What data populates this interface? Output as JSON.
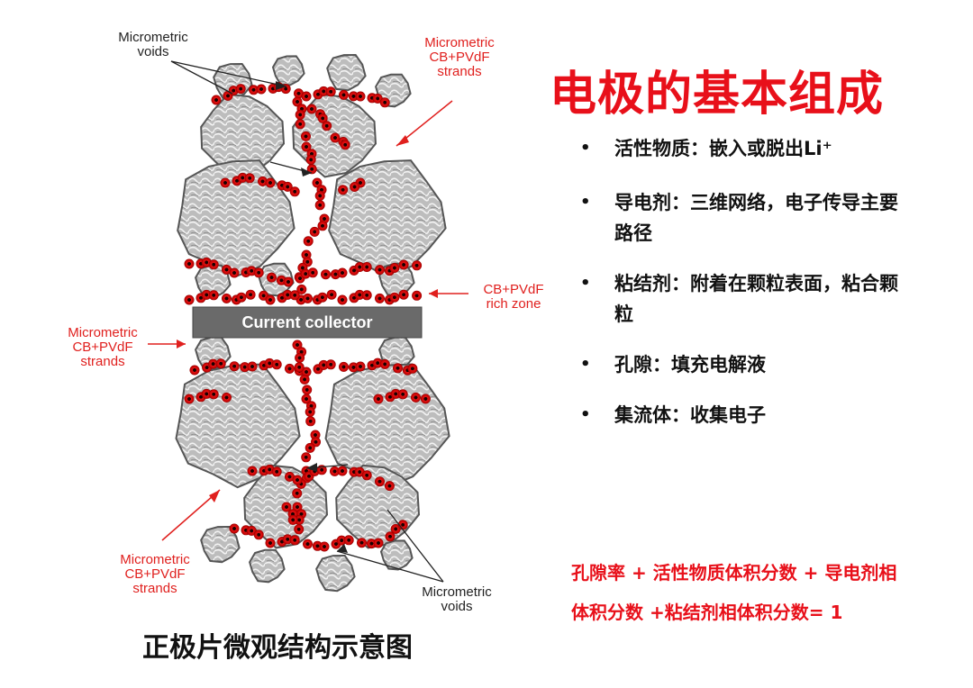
{
  "title": "电极的基本组成",
  "bullets": [
    "活性物质：嵌入或脱出Li⁺",
    "导电剂：三维网络，电子传导主要路径",
    "粘结剂：附着在颗粒表面，粘合颗粒",
    "孔隙：填充电解液",
    "集流体：收集电子"
  ],
  "formula": "孔隙率 + 活性物质体积分数 + 导电剂相体积分数 +粘结剂相体积分数= 1",
  "caption": "正极片微观结构示意图",
  "diagram": {
    "current_collector": "Current collector",
    "label_voids_top": "Micrometric\nvoids",
    "label_strands_top": "Micrometric\nCB+PVdF\nstrands",
    "label_rich_zone": "CB+PVdF\nrich zone",
    "label_strands_left": "Micrometric\nCB+PVdF\nstrands",
    "label_strands_bottom": "Micrometric\nCB+PVdF\nstrands",
    "label_voids_bottom": "Micrometric\nvoids"
  },
  "colors": {
    "title_red": "#e8101a",
    "label_red": "#e0201e",
    "particle_gray": "#b8b8b8",
    "collector_gray": "#6a6a6a"
  }
}
